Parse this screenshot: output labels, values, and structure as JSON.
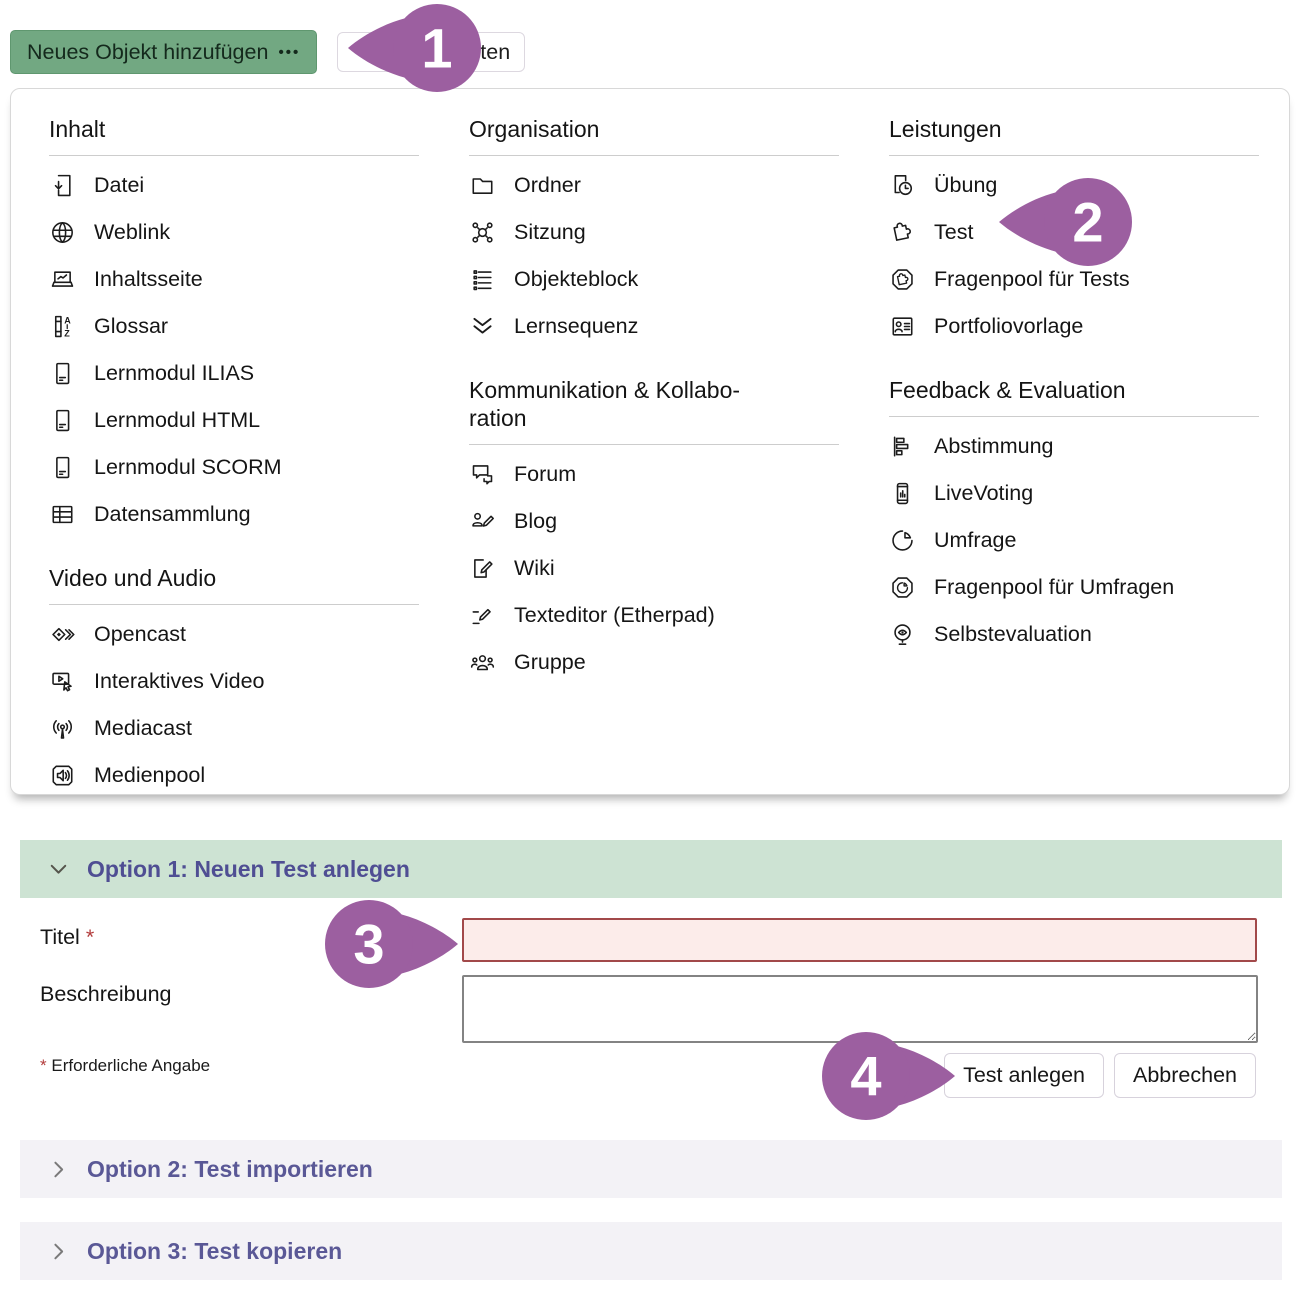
{
  "colors": {
    "primary_button_bg": "#72a882",
    "callout_purple": "#9c5fa0",
    "accordion_open_bg": "#cde3d3",
    "accordion_collapsed_bg": "#f3f2f6",
    "accordion_title_purple": "#4f4e93",
    "error_border": "#a2494a",
    "error_bg": "#fcecea"
  },
  "toolbar": {
    "add_button_label": "Neues Objekt hinzufügen",
    "add_button_dots": "•••",
    "partial_button_visible_label": "alten"
  },
  "callouts": [
    {
      "number": "1"
    },
    {
      "number": "2"
    },
    {
      "number": "3"
    },
    {
      "number": "4"
    }
  ],
  "menu": {
    "columns": [
      {
        "sections": [
          {
            "title": "Inhalt",
            "items": [
              {
                "icon": "file-icon",
                "label": "Datei"
              },
              {
                "icon": "globe-icon",
                "label": "Weblink"
              },
              {
                "icon": "content-page-icon",
                "label": "Inhaltsseite"
              },
              {
                "icon": "glossary-icon",
                "label": "Glossar"
              },
              {
                "icon": "learning-module-icon",
                "label": "Lernmodul ILIAS"
              },
              {
                "icon": "learning-module-icon",
                "label": "Lernmodul HTML"
              },
              {
                "icon": "learning-module-icon",
                "label": "Lernmodul SCORM"
              },
              {
                "icon": "data-collection-icon",
                "label": "Datensammlung"
              }
            ]
          },
          {
            "title": "Video und Audio",
            "items": [
              {
                "icon": "opencast-icon",
                "label": "Opencast"
              },
              {
                "icon": "interactive-video-icon",
                "label": "Interaktives Video"
              },
              {
                "icon": "mediacast-icon",
                "label": "Mediacast"
              },
              {
                "icon": "media-pool-icon",
                "label": "Medienpool"
              }
            ]
          }
        ]
      },
      {
        "sections": [
          {
            "title": "Organisation",
            "items": [
              {
                "icon": "folder-icon",
                "label": "Ordner"
              },
              {
                "icon": "session-icon",
                "label": "Sitzung"
              },
              {
                "icon": "object-block-icon",
                "label": "Objekteblock"
              },
              {
                "icon": "learning-sequence-icon",
                "label": "Lernsequenz"
              }
            ]
          },
          {
            "title": "Kommunikation & Kollabo­ration",
            "items": [
              {
                "icon": "forum-icon",
                "label": "Forum"
              },
              {
                "icon": "blog-icon",
                "label": "Blog"
              },
              {
                "icon": "wiki-icon",
                "label": "Wiki"
              },
              {
                "icon": "text-editor-icon",
                "label": "Texteditor (Etherpad)"
              },
              {
                "icon": "group-icon",
                "label": "Gruppe"
              }
            ]
          }
        ]
      },
      {
        "sections": [
          {
            "title": "Leistungen",
            "items": [
              {
                "icon": "exercise-icon",
                "label": "Übung"
              },
              {
                "icon": "test-icon",
                "label": "Test"
              },
              {
                "icon": "question-pool-test-icon",
                "label": "Fragenpool für Tests"
              },
              {
                "icon": "portfolio-template-icon",
                "label": "Portfoliovorlage"
              }
            ]
          },
          {
            "title": "Feedback & Evaluation",
            "items": [
              {
                "icon": "poll-icon",
                "label": "Abstimmung"
              },
              {
                "icon": "live-voting-icon",
                "label": "LiveVoting"
              },
              {
                "icon": "survey-icon",
                "label": "Umfrage"
              },
              {
                "icon": "question-pool-survey-icon",
                "label": "Fragenpool für Umfragen"
              },
              {
                "icon": "self-evaluation-icon",
                "label": "Selbstevaluation"
              }
            ]
          }
        ]
      }
    ]
  },
  "form": {
    "option1_title": "Option 1: Neuen Test anlegen",
    "title_field": {
      "label": "Titel",
      "required_marker": "*",
      "value": ""
    },
    "description_field": {
      "label": "Beschreibung",
      "value": ""
    },
    "required_note": {
      "marker": "*",
      "text": "Erforderliche Angabe"
    },
    "submit_label": "Test anlegen",
    "cancel_label": "Abbrechen",
    "option2_title": "Option 2: Test importieren",
    "option3_title": "Option 3: Test kopieren"
  }
}
